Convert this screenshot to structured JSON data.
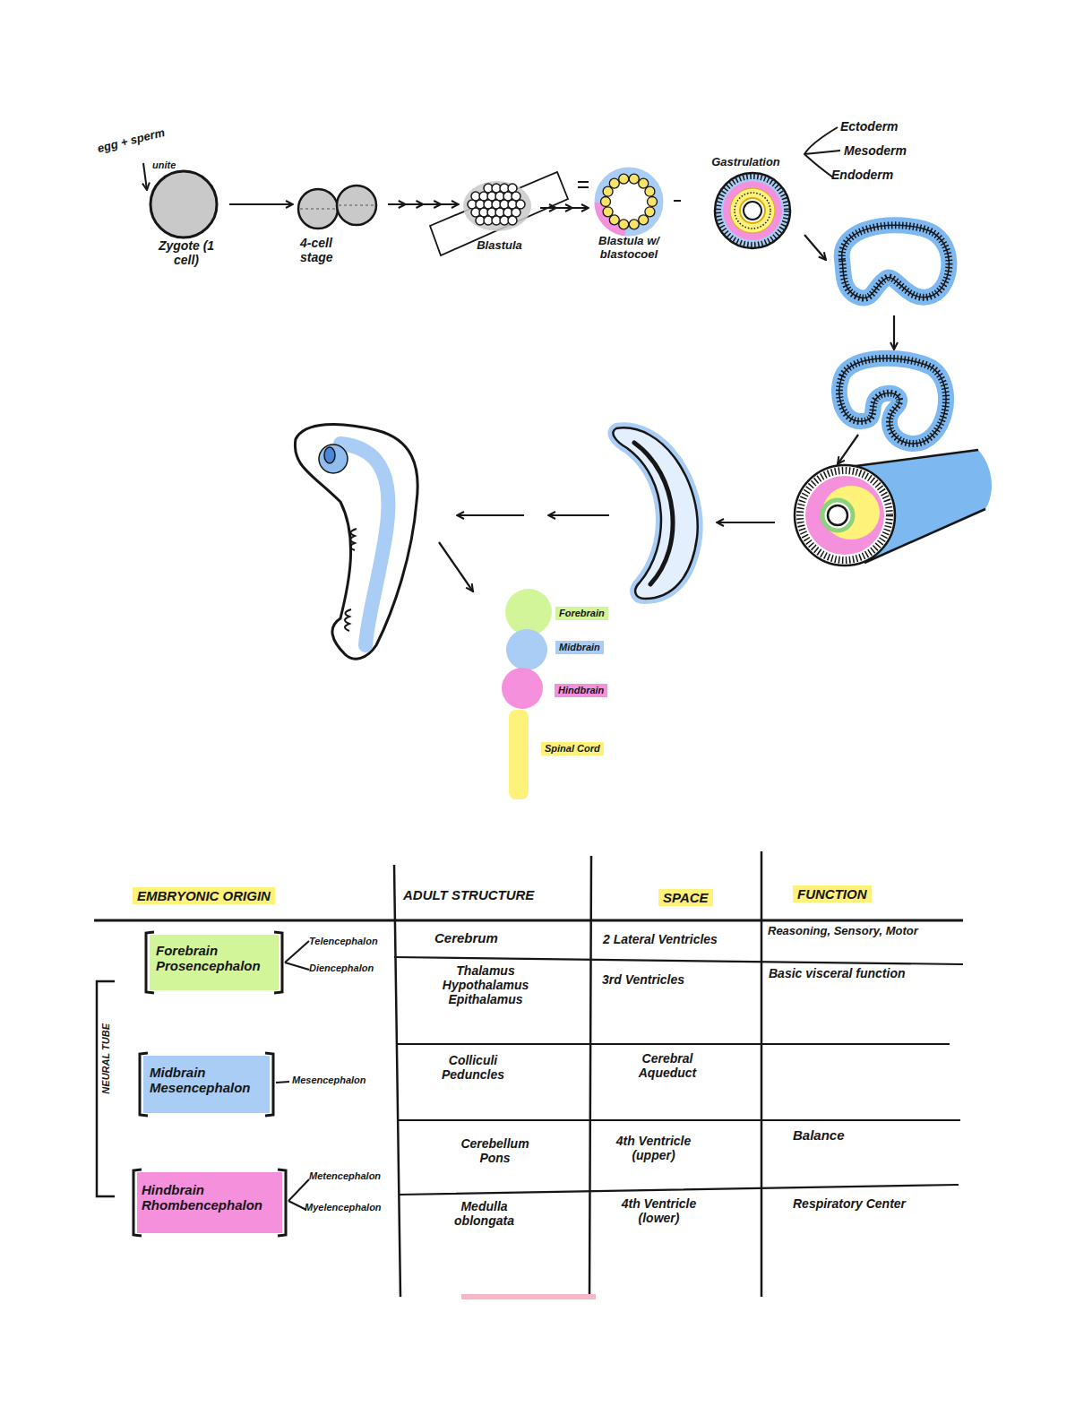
{
  "diagram": {
    "nodes": [
      {
        "text": [
          "Zygote (1 cell)"
        ]
      },
      {
        "text": [
          "4-cell stage"
        ]
      },
      {
        "text": [
          "Blastula"
        ]
      },
      {
        "text": [
          "Blastula w/ blastocoel"
        ]
      },
      {
        "text": [
          "Gastrulation"
        ]
      },
      {
        "text": [
          "Forebrain"
        ]
      },
      {
        "text": [
          "Midbrain"
        ]
      },
      {
        "text": [
          "Hindbrain"
        ]
      },
      {
        "text": [
          "Spinal Cord"
        ]
      },
      {
        "text": [
          "Forebrain Prosencephalon"
        ]
      },
      {
        "text": [
          "Midbrain Mesencephalon"
        ]
      },
      {
        "text": [
          "Hindbrain Rhombencephalon"
        ]
      }
    ],
    "edges": [
      {
        "from": 0,
        "to": 1,
        "arrow": "to"
      },
      {
        "from": 1,
        "to": 2,
        "arrow": "to"
      },
      {
        "from": 2,
        "to": 3,
        "arrow": "to"
      }
    ],
    "labels": [
      "egg + sperm",
      "unite",
      "Ectoderm",
      "Mesoderm",
      "Endoderm",
      "EMBRYONIC ORIGIN",
      "ADULT STRUCTURE",
      "SPACE",
      "FUNCTION",
      "Telencephalon",
      "Diencephalon",
      "Cerebrum",
      "2 Lateral Ventricles",
      "Reasoning, Sensory, Motor",
      "Thalamus Hypothalamus Epithalamus",
      "3rd Ventricles",
      "Basic visceral function",
      "Mesencephalon",
      "Colliculi Peduncles",
      "Cerebral Aqueduct",
      "Metencephalon",
      "Myelencephalon",
      "Cerebellum Pons",
      "4th Ventricle (upper)",
      "Balance",
      "Medulla oblongata",
      "4th Ventricle (lower)",
      "Respiratory Center",
      "NEURAL TUBE"
    ]
  }
}
